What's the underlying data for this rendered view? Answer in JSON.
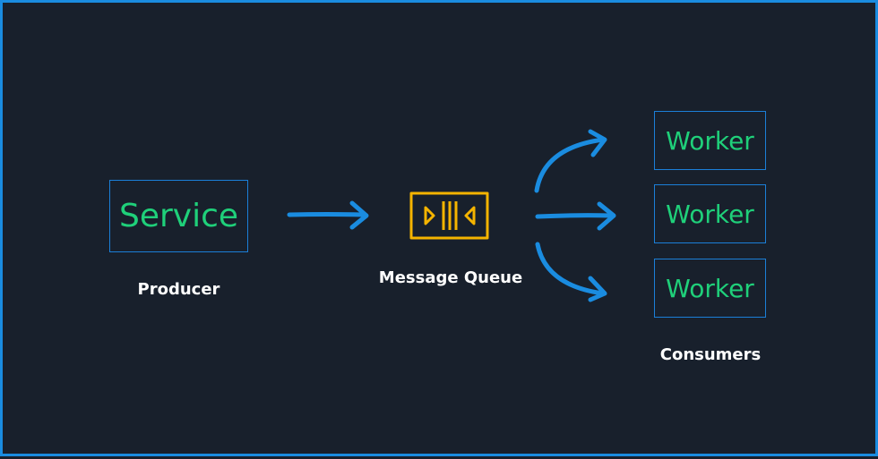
{
  "producer": {
    "box_text": "Service",
    "caption": "Producer"
  },
  "queue": {
    "caption": "Message Queue",
    "icon": "message-queue-icon"
  },
  "consumers": {
    "workers": [
      "Worker",
      "Worker",
      "Worker"
    ],
    "caption": "Consumers"
  },
  "colors": {
    "background": "#18202c",
    "border": "#1a8ce0",
    "box_text": "#1fd07a",
    "arrow": "#1a8ce0",
    "queue_icon": "#f5b400",
    "label": "#ffffff"
  }
}
